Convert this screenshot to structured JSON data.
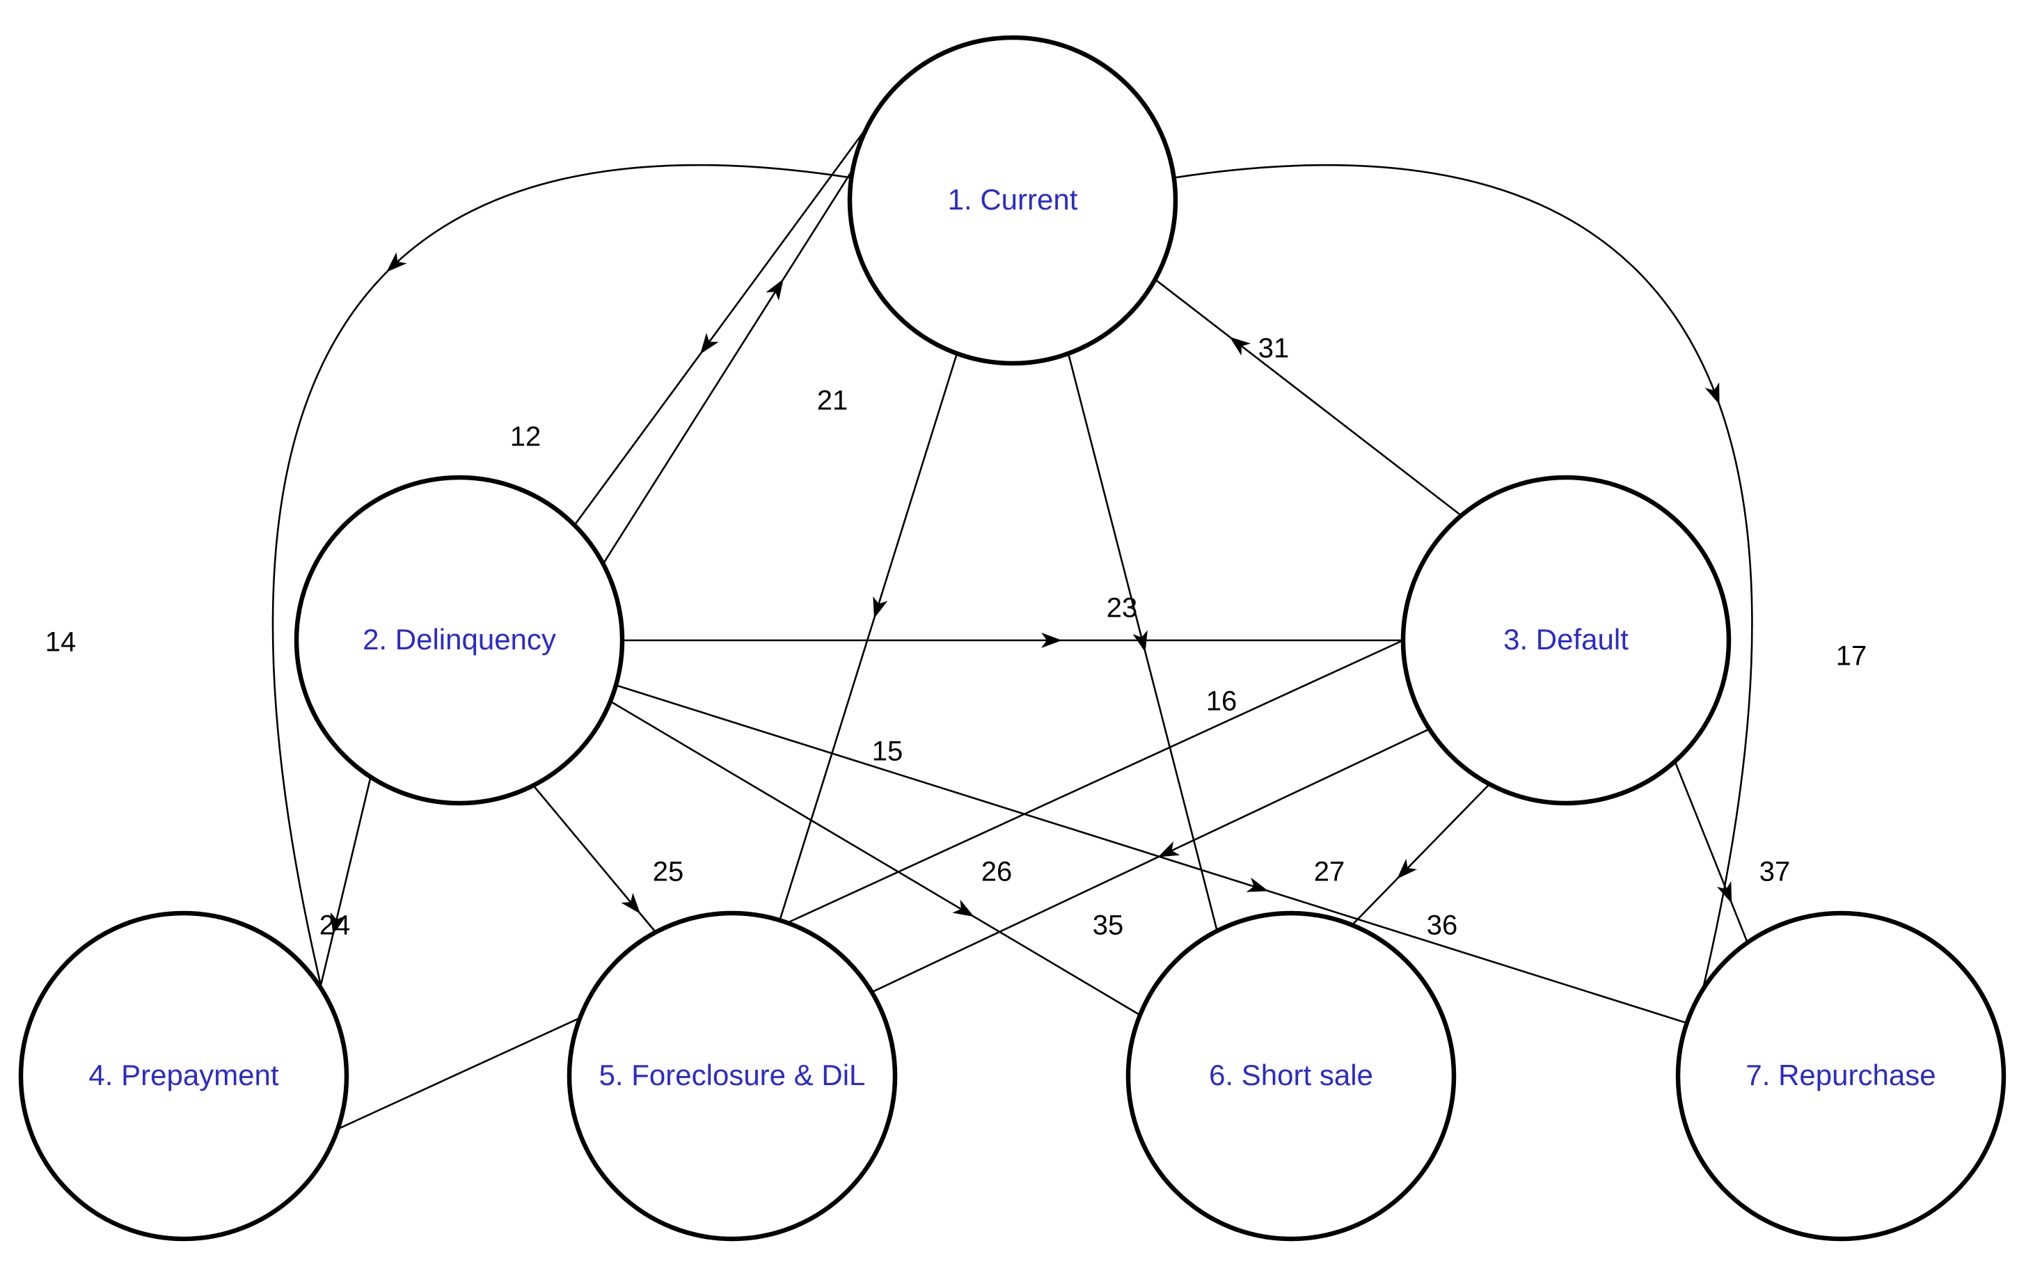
{
  "diagram": {
    "type": "state-transition",
    "colors": {
      "node_label": "#2a2acc",
      "line": "#000000",
      "node_fill": "#ffffff"
    },
    "nodes": [
      {
        "id": "1",
        "label": "1. Current"
      },
      {
        "id": "2",
        "label": "2. Delinquency"
      },
      {
        "id": "3",
        "label": "3. Default"
      },
      {
        "id": "4",
        "label": "4. Prepayment"
      },
      {
        "id": "5",
        "label": "5. Foreclosure & DiL"
      },
      {
        "id": "6",
        "label": "6. Short sale"
      },
      {
        "id": "7",
        "label": "7. Repurchase"
      }
    ],
    "edges": [
      {
        "from": "1",
        "to": "2",
        "label": "12"
      },
      {
        "from": "2",
        "to": "1",
        "label": "21"
      },
      {
        "from": "3",
        "to": "1",
        "label": "31"
      },
      {
        "from": "1",
        "to": "4",
        "label": "14"
      },
      {
        "from": "1",
        "to": "7",
        "label": "17"
      },
      {
        "from": "2",
        "to": "3",
        "label": "23"
      },
      {
        "from": "1",
        "to": "5",
        "label": "15"
      },
      {
        "from": "1",
        "to": "6",
        "label": "16"
      },
      {
        "from": "2",
        "to": "4",
        "label": "24"
      },
      {
        "from": "2",
        "to": "5",
        "label": "25"
      },
      {
        "from": "2",
        "to": "6",
        "label": "26"
      },
      {
        "from": "2",
        "to": "7",
        "label": "27"
      },
      {
        "from": "3",
        "to": "5",
        "label": "35"
      },
      {
        "from": "3",
        "to": "6",
        "label": "36"
      },
      {
        "from": "3",
        "to": "7",
        "label": "37"
      },
      {
        "from": "3",
        "to": "4",
        "label": ""
      }
    ]
  }
}
